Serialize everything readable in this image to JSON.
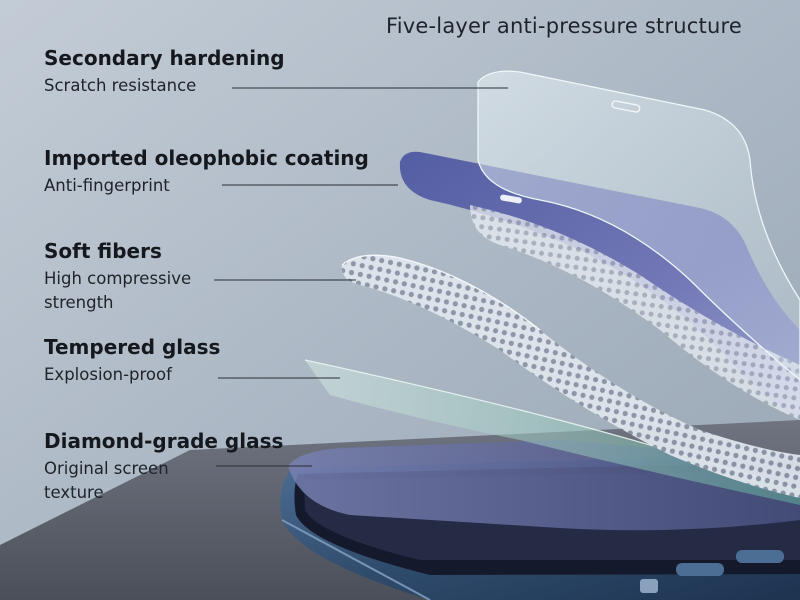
{
  "title": "Five-layer anti-pressure structure",
  "layers": [
    {
      "heading": "Secondary hardening",
      "description": "Scratch resistance"
    },
    {
      "heading": "Imported oleophobic coating",
      "description": "Anti-fingerprint"
    },
    {
      "heading": "Soft fibers",
      "description": "High compressive strength"
    },
    {
      "heading": "Tempered glass",
      "description": "Explosion-proof"
    },
    {
      "heading": "Diamond-grade glass",
      "description": "Original screen texture"
    }
  ],
  "colors": {
    "background": "#b5c0cb",
    "phone_frame": "#2f4b6c",
    "screen": "#252b45",
    "oleophobic_layer": "#5960a8",
    "leader_line": "#2a2d33",
    "text": "#15181d"
  }
}
